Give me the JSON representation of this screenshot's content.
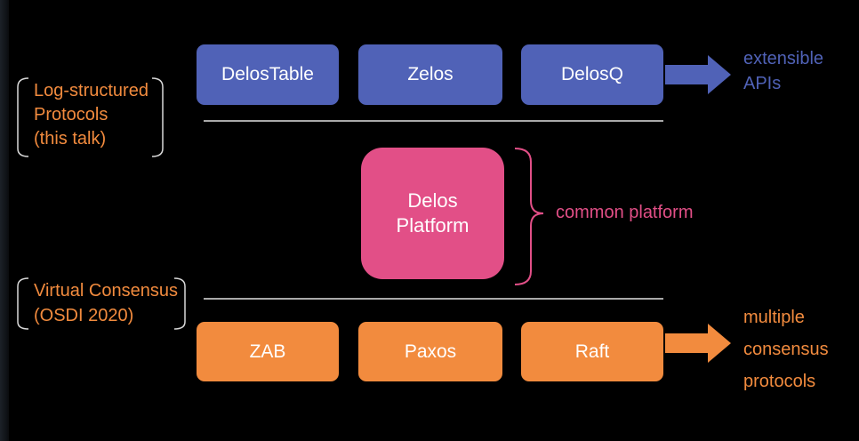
{
  "layers": {
    "top": {
      "boxes": [
        {
          "label": "DelosTable"
        },
        {
          "label": "Zelos"
        },
        {
          "label": "DelosQ"
        }
      ],
      "arrow_label": [
        "extensible",
        "APIs"
      ]
    },
    "middle": {
      "box": {
        "line1": "Delos",
        "line2": "Platform"
      },
      "brace_label": "common platform"
    },
    "bottom": {
      "boxes": [
        {
          "label": "ZAB"
        },
        {
          "label": "Paxos"
        },
        {
          "label": "Raft"
        }
      ],
      "arrow_label": [
        "multiple",
        "consensus",
        "protocols"
      ]
    }
  },
  "annotations": {
    "log_structured": {
      "title_line1": "Log-structured",
      "title_line2": "Protocols",
      "subtitle": "(this talk)"
    },
    "virtual_consensus": {
      "title": "Virtual Consensus",
      "subtitle": "(OSDI 2020)"
    }
  },
  "colors": {
    "background": "#000000",
    "blue": "#5062b7",
    "orange": "#f28b3e",
    "pink": "#e24f87",
    "divider": "#a9a9a9",
    "bracket": "#d9d9d9"
  }
}
